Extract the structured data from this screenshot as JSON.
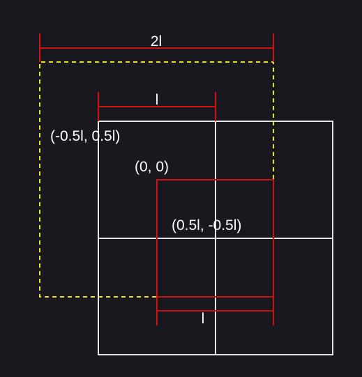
{
  "colors": {
    "background": "#19181e",
    "grid": "#e6e6e6",
    "dimension_lines": "#cc1111",
    "dashed_box": "#e8e01a",
    "text": "#ffffff"
  },
  "labels": {
    "top_dimension": "2l",
    "mid_dimension": "l",
    "bottom_dimension": "l",
    "corner_top_left": "(-0.5l, 0.5l)",
    "origin": "(0, 0)",
    "corner_bottom_right": "(0.5l, -0.5l)"
  }
}
